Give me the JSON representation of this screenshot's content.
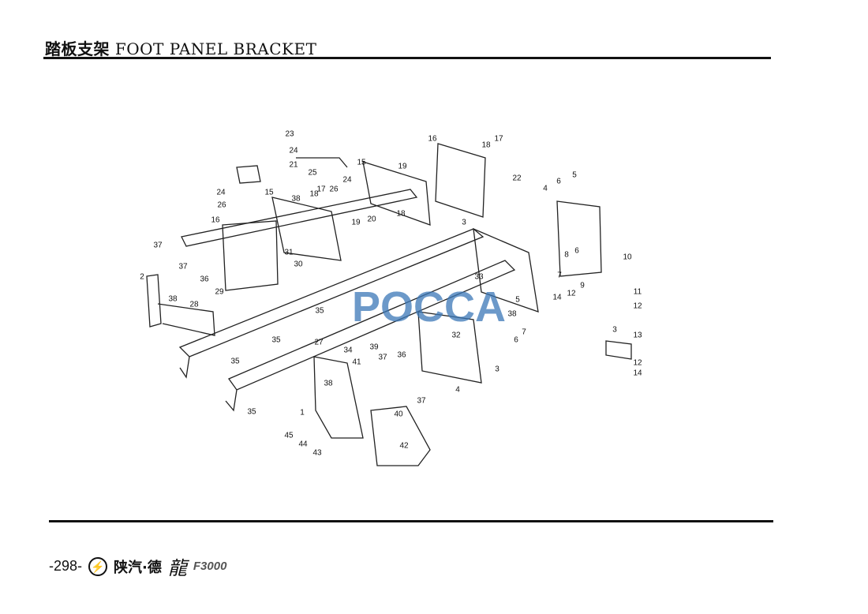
{
  "header": {
    "title_cn": "踏板支架",
    "title_en": "FOOT PANEL BRACKET"
  },
  "diagram": {
    "callouts": [
      "23",
      "24",
      "21",
      "25",
      "24",
      "26",
      "16",
      "15",
      "38",
      "18",
      "17",
      "26",
      "24",
      "19",
      "20",
      "18",
      "19",
      "15",
      "16",
      "18",
      "17",
      "22",
      "5",
      "6",
      "4",
      "3",
      "37",
      "37",
      "2",
      "36",
      "29",
      "38",
      "28",
      "31",
      "30",
      "33",
      "8",
      "6",
      "10",
      "7",
      "9",
      "11",
      "14",
      "12",
      "12",
      "5",
      "38",
      "32",
      "6",
      "7",
      "3",
      "3",
      "13",
      "12",
      "14",
      "35",
      "35",
      "35",
      "27",
      "34",
      "39",
      "41",
      "37",
      "36",
      "38",
      "4",
      "37",
      "40",
      "1",
      "35",
      "45",
      "44",
      "43",
      "42"
    ],
    "watermark": "POCCA"
  },
  "footer": {
    "page": "-298-",
    "logo": "⚡",
    "brand": "陕汽·德",
    "brand_glyph": "龍",
    "model": "F3000"
  }
}
